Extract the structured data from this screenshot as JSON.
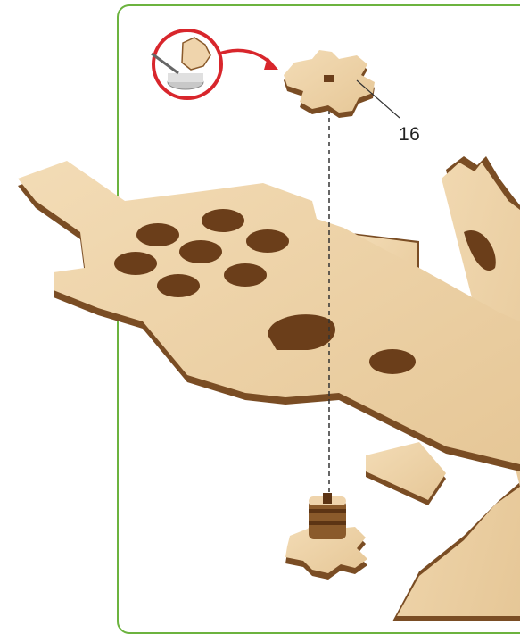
{
  "instruction_step": {
    "callout_number": "16"
  },
  "colors": {
    "frame_border": "#6cb33f",
    "plywood_face": "#efd4ac",
    "plywood_edge": "#8a5a2b",
    "glue_highlight": "#d8262c"
  },
  "icons": {
    "glue_step": "glue-application-icon",
    "assembly_arrow": "curved-red-arrow",
    "guide_line": "dashed-alignment-line"
  }
}
